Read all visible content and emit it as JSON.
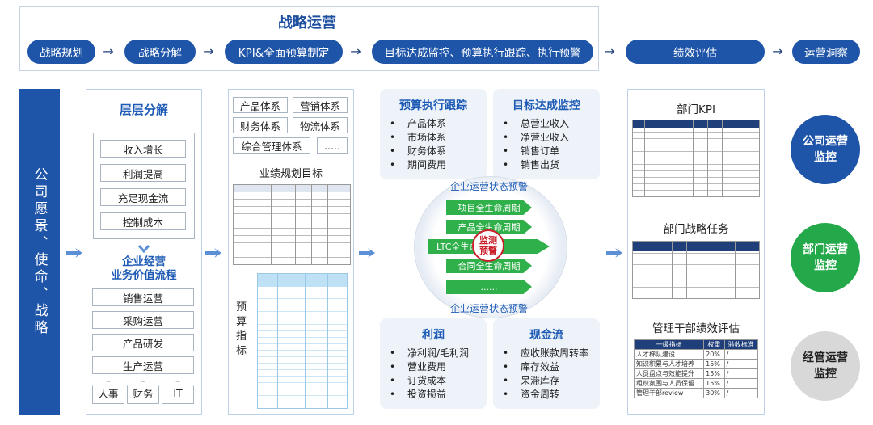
{
  "top": {
    "title": "战略运营",
    "steps": [
      "战略规划",
      "战略分解",
      "KPI&全面预算制定",
      "目标达成监控、预算执行跟踪、执行预警",
      "绩效评估",
      "运营洞察"
    ]
  },
  "vision": "公司愿景、使命、战略",
  "decompose": {
    "title": "层层分解",
    "items": [
      "收入增长",
      "利润提高",
      "充足现金流",
      "控制成本"
    ],
    "flow_title": "企业经营\n业务价值流程",
    "flow_items": [
      "销售运营",
      "采购运营",
      "产品研发",
      "生产运营"
    ],
    "support": [
      "人事",
      "财务",
      "IT"
    ]
  },
  "systems": {
    "tags": [
      "产品体系",
      "营销体系",
      "财务体系",
      "物流体系",
      "综合管理体系",
      "....."
    ],
    "perf_title": "业绩规划目标",
    "budget_title": "预算指标"
  },
  "monitor": {
    "budget": {
      "title": "预算执行跟踪",
      "items": [
        "产品体系",
        "市场体系",
        "财务体系",
        "期间费用"
      ]
    },
    "target": {
      "title": "目标达成监控",
      "items": [
        "总营业收入",
        "净营业收入",
        "销售订单",
        "销售出货"
      ]
    },
    "circle_top": "企业运营状态预警",
    "circle_bottom": "企业运营状态预警",
    "center": "监测\n预警",
    "lifecycle": [
      "项目全生命周期",
      "产品全生命周期",
      "LTC全生命周期",
      "合同全生命周期",
      "......"
    ],
    "profit": {
      "title": "利润",
      "items": [
        "净利润/毛利润",
        "营业费用",
        "订货成本",
        "投资损益"
      ]
    },
    "cash": {
      "title": "现金流",
      "items": [
        "应收账款周转率",
        "库存效益",
        "呆滞库存",
        "资金周转"
      ]
    }
  },
  "evaluation": {
    "kpi_title": "部门KPI",
    "task_title": "部门战略任务",
    "cadre_title": "管理干部绩效评估",
    "cadre_table": {
      "headers": [
        "一级指标",
        "权重",
        "验收标准"
      ],
      "rows": [
        [
          "人才梯队建设",
          "20%",
          "/"
        ],
        [
          "知识积累与人才培养",
          "15%",
          "/"
        ],
        [
          "人员盘点与效能提升",
          "15%",
          "/"
        ],
        [
          "组织氛围与人员保留",
          "15%",
          "/"
        ],
        [
          "管理干部review",
          "30%",
          "/"
        ]
      ]
    }
  },
  "levels": [
    "公司运营\n监控",
    "部门运营\n监控",
    "经管运营\n监控"
  ],
  "colors": {
    "primary": "#1f55a8",
    "green": "#2fb04a",
    "light": "#eef3fa"
  }
}
